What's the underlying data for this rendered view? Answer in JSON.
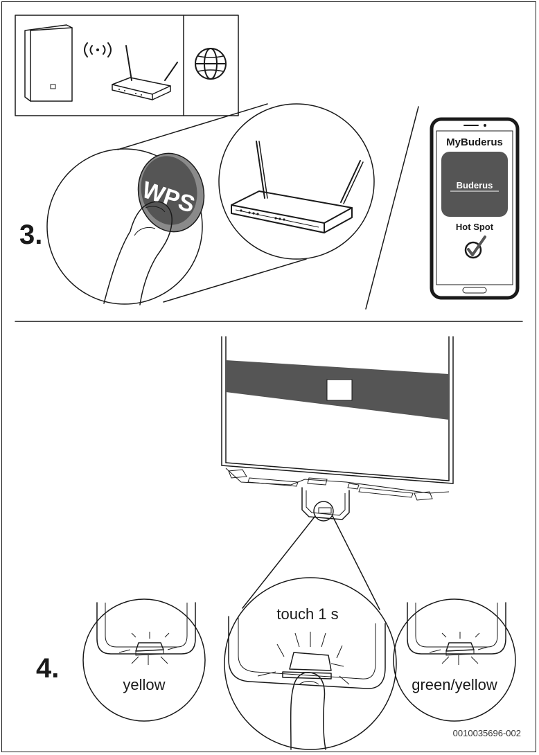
{
  "step3": {
    "number": "3.",
    "wps_label": "WPS"
  },
  "step4": {
    "number": "4.",
    "left_caption": "yellow",
    "middle_caption": "touch 1 s",
    "right_caption": "green/yellow"
  },
  "phone": {
    "app_title": "MyBuderus",
    "brand": "Buderus",
    "hotspot_label": "Hot Spot"
  },
  "figure_code": "0010035696-002",
  "colors": {
    "dark_gray": "#555555",
    "line": "#1a1a1a",
    "light_gray": "#d9d9d9"
  }
}
